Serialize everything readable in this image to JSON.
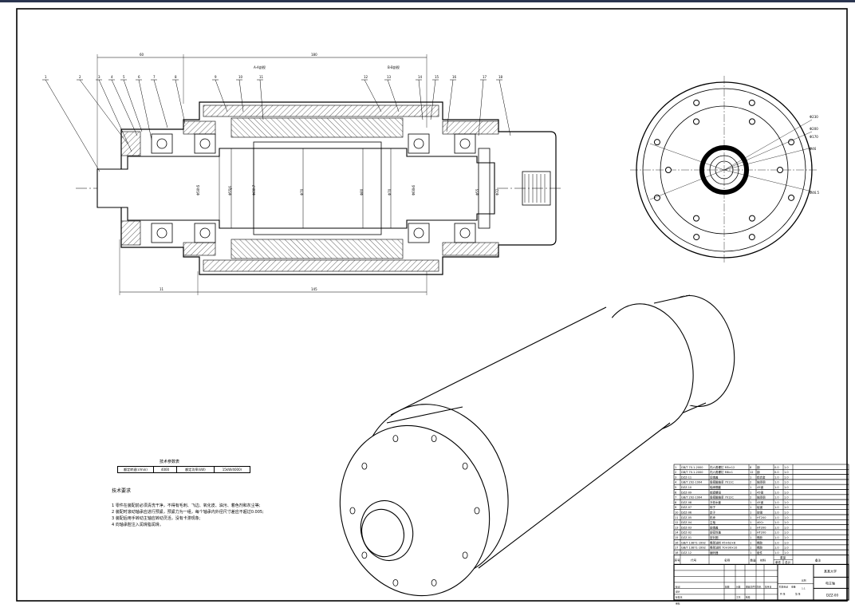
{
  "dimensions": {
    "top_left": "60",
    "top_right": "180",
    "bottom_left": "11",
    "bottom_right": "145"
  },
  "section_labels": {
    "top_a": "A-A剖视",
    "top_b": "B-B剖视"
  },
  "callouts_top": [
    "1",
    "2",
    "3",
    "4",
    "5",
    "6",
    "7",
    "8",
    "9",
    "10",
    "11",
    "12",
    "13",
    "14",
    "15",
    "16",
    "17",
    "18"
  ],
  "diameter_labels": [
    "Φ50h5",
    "Φ55j6",
    "Φ60h7",
    "Φ70",
    "Φ80",
    "Φ70",
    "Φ60k6",
    "Φ55",
    "Φ32"
  ],
  "end_view_labels": [
    "Φ230",
    "Φ200",
    "Φ170",
    "Φ46",
    "Φ46.5"
  ],
  "param_table": {
    "title": "技术参数表",
    "cells": [
      "额定转速(r/min)",
      "4000",
      "额定功率(kW)",
      "15kW/4000r"
    ]
  },
  "requirements": {
    "title": "技术要求",
    "items": [
      "1 零件在装配前必须清洗干净，不得有毛刺、飞边、氧化皮、油污、着色剂和灰尘等;",
      "2 装配时滚动轴承应进行预紧，预紧力为一组，每个轴承内外径尺寸差应不超过0.005;",
      "3 装配后用手转动主轴应转动灵活，没有卡滞现象;",
      "4 向轴承腔注入润滑脂润滑。"
    ]
  },
  "bom": {
    "rows": [
      [
        "1",
        "GB/T 70.1-2000",
        "内六角螺钉 M5×12",
        "8",
        "钢",
        "0.0",
        "1.0"
      ],
      [
        "2",
        "GB/T 70.1-2000",
        "内六角螺钉 M6×1",
        "12",
        "钢",
        "0.0",
        "1.0"
      ],
      [
        "3",
        "DZZ-11",
        "后端盖",
        "1",
        "铝合金",
        "1.0",
        "1.0"
      ],
      [
        "4",
        "GB/T 292-1994",
        "角接触轴承 7011C",
        "2",
        "轴承钢",
        "1.0",
        "1.0"
      ],
      [
        "5",
        "DZZ-10",
        "轴承隔套",
        "1",
        "45钢",
        "1.0",
        "1.0"
      ],
      [
        "6",
        "DZZ-09",
        "锁紧螺母",
        "1",
        "45钢",
        "1.0",
        "1.0"
      ],
      [
        "7",
        "GB/T 292-1994",
        "角接触轴承 7012C",
        "2",
        "轴承钢",
        "1.0",
        "1.0"
      ],
      [
        "8",
        "DZZ-08",
        "冷却水套",
        "1",
        "45钢",
        "1.0",
        "1.0"
      ],
      [
        "9",
        "DZZ-07",
        "转子",
        "1",
        "硅钢",
        "1.0",
        "1.0"
      ],
      [
        "10",
        "DZZ-06",
        "定子",
        "1",
        "硅钢",
        "1.0",
        "1.0"
      ],
      [
        "11",
        "DZZ-05",
        "机壳",
        "1",
        "HT200",
        "1.0",
        "1.0"
      ],
      [
        "12",
        "DZZ-04",
        "主轴",
        "1",
        "40Cr",
        "1.0",
        "1.0"
      ],
      [
        "13",
        "DZZ-03",
        "前端盖",
        "1",
        "HT200",
        "1.0",
        "1.0"
      ],
      [
        "14",
        "DZZ-02",
        "前密封盖",
        "1",
        "HT200",
        "1.0",
        "1.0"
      ],
      [
        "15",
        "DZZ-01",
        "密封圈",
        "1",
        "橡胶",
        "1.0",
        "1.0"
      ],
      [
        "16",
        "GB/T 13871-1992",
        "骨架油封 45×62×8",
        "1",
        "橡胶",
        "1.0",
        "1.0"
      ],
      [
        "17",
        "GB/T 13871-1992",
        "骨架油封 70×90×10",
        "1",
        "橡胶",
        "1.0",
        "1.0"
      ],
      [
        "18",
        "DZZ-12",
        "编码器",
        "1",
        "组件",
        "1.0",
        "1.0"
      ]
    ],
    "header": [
      "序号",
      "代号",
      "名称",
      "数量",
      "材料",
      "单件",
      "总计",
      "备注"
    ],
    "header_sub": "重量"
  },
  "title_block": {
    "school": "某某大学",
    "drawing_name": "电主轴",
    "drawing_no": "DZZ-00",
    "labels": [
      "标记",
      "处数",
      "分区",
      "更改文件号",
      "签名",
      "年月日",
      "设计",
      "标准化",
      "审核",
      "工艺",
      "批准",
      "阶段标记",
      "重量",
      "比例",
      "共 张",
      "第 张"
    ],
    "scale": "1:1"
  }
}
